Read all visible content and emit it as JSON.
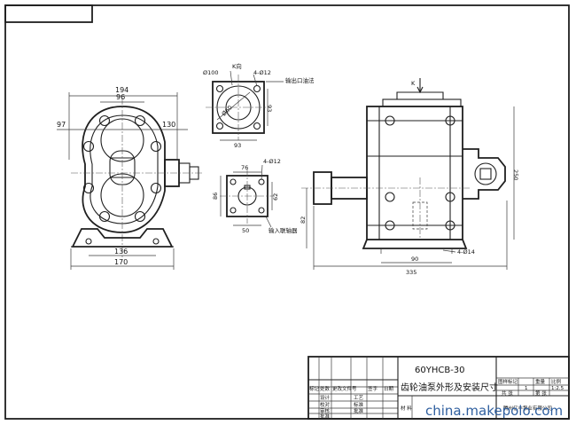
{
  "front_view": {
    "dims": {
      "w194": "194",
      "w96": "96",
      "w97": "97",
      "w130": "130",
      "w136": "136",
      "w170": "170"
    }
  },
  "outlet_flange": {
    "label_d": "Ø100",
    "label_k": "K向",
    "label_bolts": "4-Ø12",
    "label_inner": "Ø60",
    "label_name": "输出口油法",
    "dim_93_v": "93",
    "dim_93_h": "93"
  },
  "inlet_flange": {
    "label_bolts": "4-Ø12",
    "dim_76": "76",
    "dim_86": "86",
    "dim_62": "62",
    "dim_50": "50",
    "label_name": "输入联轴器"
  },
  "side_view": {
    "label_k": "K",
    "dim_250": "250",
    "dim_82": "82",
    "dim_90": "90",
    "dim_bolts": "4-Ø14",
    "dim_335": "335"
  },
  "title_block": {
    "model": "60YHCB-30",
    "title": "齿轮油泵外形及安装尺寸",
    "company": "腾州亿丰泵业有限公司",
    "material": "材  料",
    "labels": {
      "mark": "标记",
      "count": "处数",
      "doc": "更改文件号",
      "sign": "签字",
      "date": "日期",
      "design": "设计",
      "check": "校对",
      "review": "审核",
      "approve": "批准",
      "craft": "工艺",
      "std": "标准",
      "ratify": "批准",
      "stage": "图样标记",
      "weight": "重量",
      "scale": "比例",
      "scale_val": "1:2.5",
      "sheet_total": "共 张",
      "sheet_no": "第 张",
      "qty": "1"
    }
  },
  "watermark": "china.makepolo.com"
}
